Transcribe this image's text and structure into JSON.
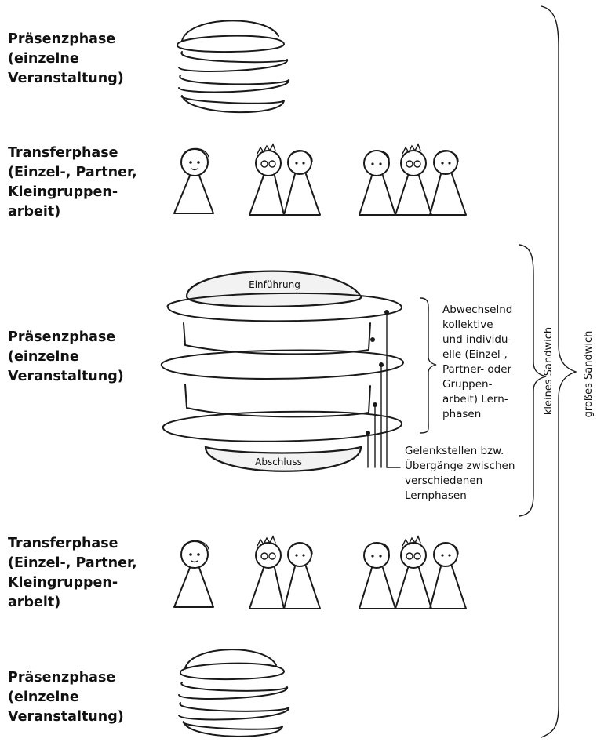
{
  "phases": [
    {
      "label": "Präsenzphase\n(einzelne\nVeranstaltung)"
    },
    {
      "label": "Transferphase\n(Einzel-, Partner,\nKleingruppen-\narbeit)"
    },
    {
      "label": "Präsenzphase\n(einzelne\nVeranstaltung)"
    },
    {
      "label": "Transferphase\n(Einzel-, Partner,\nKleingruppen-\narbeit)"
    },
    {
      "label": "Präsenzphase\n(einzelne\nVeranstaltung)"
    }
  ],
  "big_sandwich": {
    "top_label": "Einführung",
    "bottom_label": "Abschluss"
  },
  "annotations": {
    "alternating": "Abwechselnd\nkollektive\nund individu-\nelle (Einzel-,\nPartner- oder\nGruppen-\narbeit) Lern-\nphasen",
    "joints": "Gelenkstellen bzw.\nÜbergänge zwischen\nverschiedenen\nLernphasen",
    "small_sandwich": "kleines Sandwich",
    "big_sandwich": "großes Sandwich"
  }
}
